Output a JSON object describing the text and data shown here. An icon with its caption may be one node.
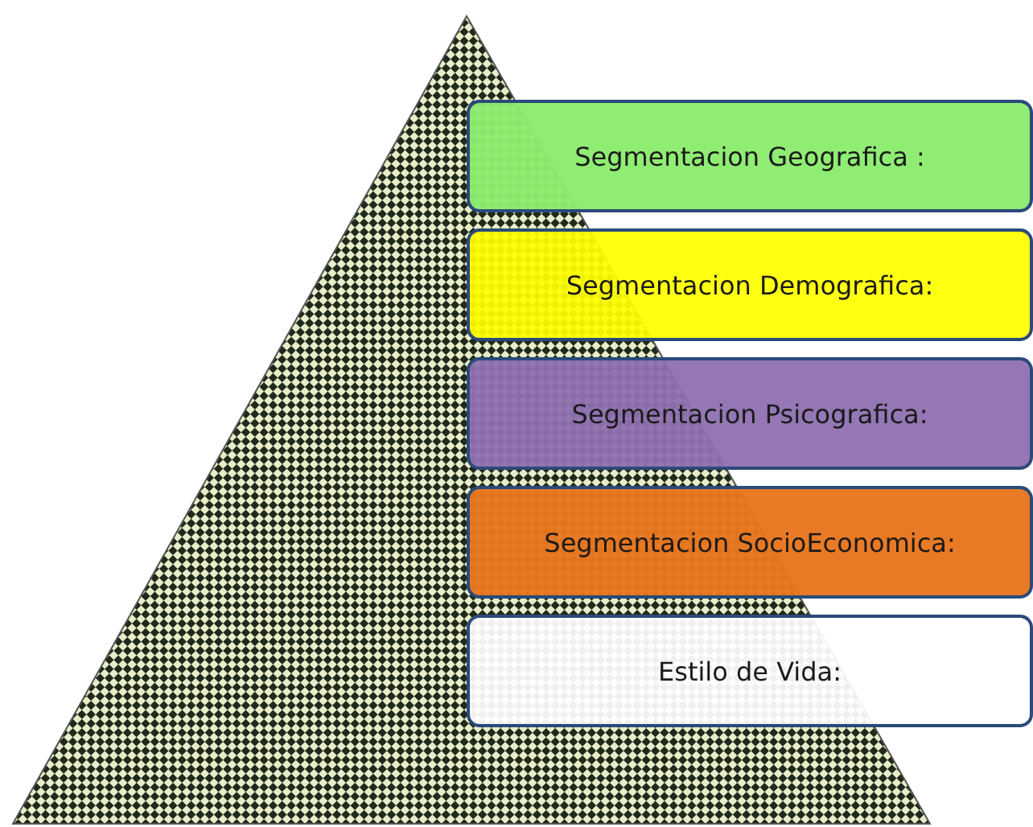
{
  "diagram": {
    "nodes": [
      {
        "text": [
          "Segmentacion Geografica :"
        ]
      },
      {
        "text": [
          "Segmentacion Demografica:"
        ]
      },
      {
        "text": [
          "Segmentacion Psicografica:"
        ]
      },
      {
        "text": [
          "Segmentacion SocioEconomica:"
        ]
      },
      {
        "text": [
          "Estilo de Vida:"
        ]
      }
    ]
  }
}
